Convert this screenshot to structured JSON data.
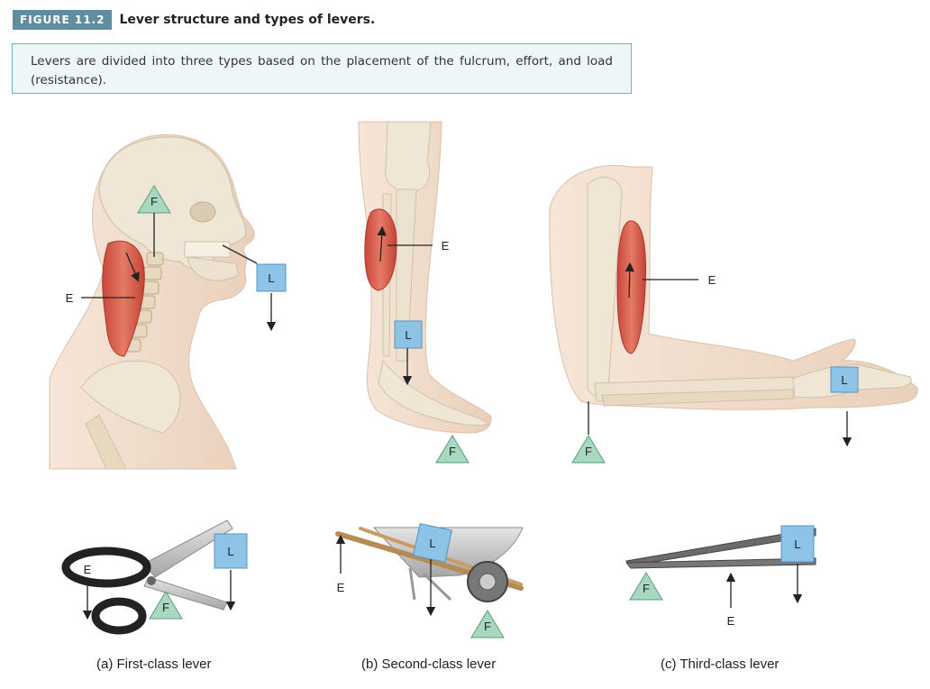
{
  "figure": {
    "badge": "FIGURE 11.2",
    "title": "Lever structure and types of levers."
  },
  "caption": "Levers are divided into three types based on the placement of the fulcrum, effort, and load (resistance).",
  "marks": {
    "fulcrum": "F",
    "effort": "E",
    "load": "L"
  },
  "panels": [
    {
      "caption": "(a) First-class lever"
    },
    {
      "caption": "(b) Second-class lever"
    },
    {
      "caption": "(c) Third-class lever"
    }
  ],
  "colors": {
    "badge": "#5e8ea0",
    "caption_bg": "#eef6f8",
    "caption_border": "#7fb0bf",
    "fulcrum_fill": "#a8d8c0",
    "load_fill": "#8ec3e8",
    "muscle": "#d9604c",
    "bone": "#efe3c8",
    "skin": "#f2dccb"
  }
}
